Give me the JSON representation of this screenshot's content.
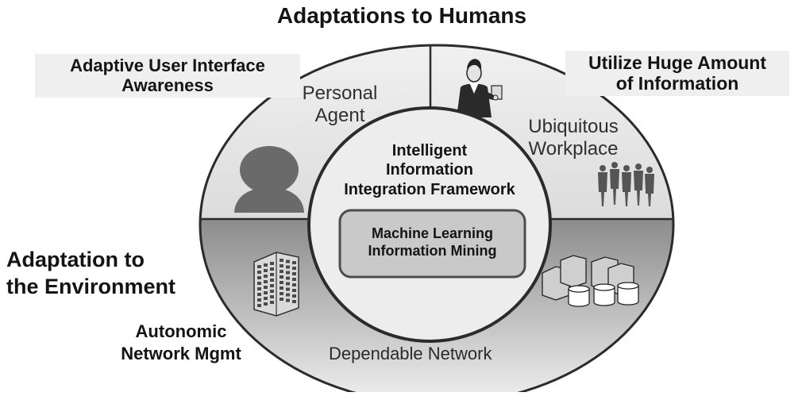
{
  "title": "Adaptations to Humans",
  "left_top_label": [
    "Adaptive User Interface",
    "Awareness"
  ],
  "right_top_label": [
    "Utilize Huge Amount",
    "of Information"
  ],
  "left_bottom_label": [
    "Adaptation to",
    "the Environment"
  ],
  "left_bottom_sub_label": [
    "Autonomic",
    "Network Mgmt"
  ],
  "quadrants": {
    "top_left": [
      "Personal",
      "Agent"
    ],
    "top_right": [
      "Ubiquitous",
      "Workplace"
    ],
    "bottom": "Dependable Network"
  },
  "center": {
    "title": [
      "Intelligent",
      "Information",
      "Integration Framework"
    ],
    "inner_box": [
      "Machine Learning",
      "Information Mining"
    ]
  },
  "colors": {
    "ellipse_light": "#e6e6e6",
    "ellipse_dark": "#8f8f8f",
    "center_fill": "#ededed",
    "inner_box_fill": "#c9c9c9",
    "outline": "#2b2b2b",
    "label_box_bg": "#efefef"
  },
  "icons": [
    "person-silhouette-icon",
    "businesswoman-icon",
    "people-group-icon",
    "office-building-icon",
    "servers-icon"
  ]
}
